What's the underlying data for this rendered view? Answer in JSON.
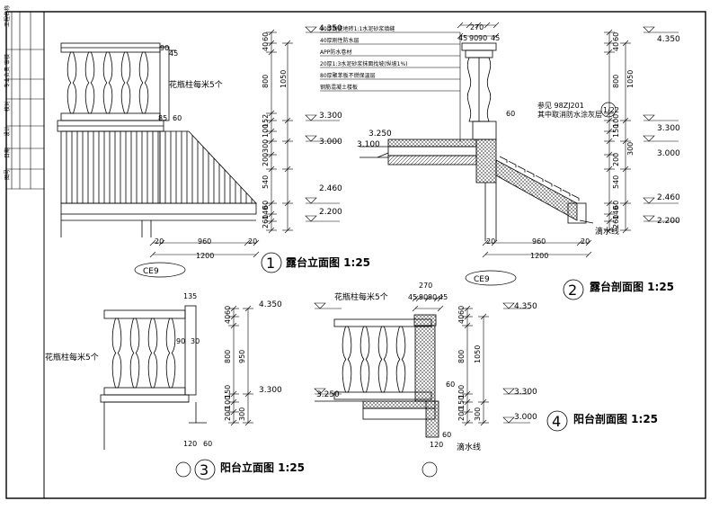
{
  "views": [
    {
      "id": "v1",
      "number": "1",
      "title": "露台立面图 1:25",
      "ref": "CE9",
      "elevations": [
        "4.350",
        "3.300",
        "3.000",
        "2.460",
        "2.200"
      ],
      "dims": [
        "60",
        "40",
        "800",
        "1050",
        "152",
        "100",
        "300",
        "200",
        "540",
        "60",
        "140",
        "260",
        "20",
        "960",
        "20",
        "1200",
        "90",
        "45",
        "85",
        "60"
      ],
      "note": "花瓶柱每米5个"
    },
    {
      "id": "v2",
      "number": "2",
      "title": "露台剖面图 1:25",
      "ref": "CE9",
      "elevations": [
        "4.350",
        "3.300",
        "3.000",
        "2.460",
        "2.200",
        "3.250",
        "3.100"
      ],
      "dims": [
        "270",
        "45",
        "90",
        "90",
        "45",
        "60",
        "40",
        "800",
        "1050",
        "100",
        "150",
        "300",
        "200",
        "540",
        "60",
        "140",
        "260",
        "20",
        "960",
        "1200",
        "20",
        "60"
      ],
      "note": "参见 98ZJ201 其中取消防水涂灰层",
      "ref_circle": "1/22",
      "drip": "滴水线",
      "layers": [
        "10厚陶瓷地砖1:1水泥砂浆填缝",
        "40厚刚性防水层",
        "APP防水卷材",
        "20厚1:3水泥砂浆抹面找坡(纵坡1%)",
        "80厚聚苯板不燃保温层",
        "钢筋混凝土楼板"
      ]
    },
    {
      "id": "v3",
      "number": "3",
      "title": "阳台立面图 1:25",
      "elevations": [
        "4.350",
        "3.300"
      ],
      "dims": [
        "135",
        "60",
        "40",
        "800",
        "950",
        "90",
        "30",
        "150",
        "100",
        "200",
        "300",
        "120",
        "60"
      ],
      "note": "花瓶柱每米5个"
    },
    {
      "id": "v4",
      "number": "4",
      "title": "阳台剖面图 1:25",
      "elevations": [
        "4.350",
        "3.300",
        "3.000",
        "3.250"
      ],
      "dims": [
        "270",
        "45",
        "90",
        "90",
        "45",
        "60",
        "40",
        "800",
        "1050",
        "100",
        "150",
        "300",
        "200",
        "120",
        "60",
        "60"
      ],
      "note": "花瓶柱每米5个",
      "drip": "滴水线"
    }
  ],
  "title_block": {
    "cells": [
      "工程名称",
      "审核",
      "专业负责",
      "校对",
      "设计",
      "日期",
      "图号"
    ]
  }
}
